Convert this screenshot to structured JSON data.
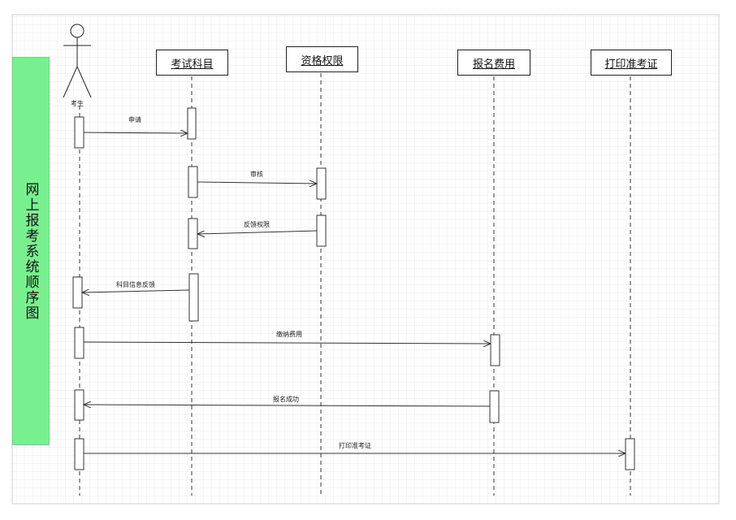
{
  "diagram": {
    "title": "网上报考系统顺序图",
    "actor": {
      "label": "考生"
    },
    "participants": [
      {
        "id": "exam-subject",
        "label": "考试科目"
      },
      {
        "id": "qualification",
        "label": "资格权限"
      },
      {
        "id": "registration-fee",
        "label": "报名费用"
      },
      {
        "id": "print-ticket",
        "label": "打印准考证"
      }
    ],
    "messages": [
      {
        "from": "actor",
        "to": "exam-subject",
        "label": "申请"
      },
      {
        "from": "exam-subject",
        "to": "qualification",
        "label": "审核"
      },
      {
        "from": "qualification",
        "to": "exam-subject",
        "label": "反馈权限"
      },
      {
        "from": "exam-subject",
        "to": "actor",
        "label": "科目信息反馈"
      },
      {
        "from": "actor",
        "to": "registration-fee",
        "label": "缴纳费用"
      },
      {
        "from": "registration-fee",
        "to": "actor",
        "label": "报名成功"
      },
      {
        "from": "actor",
        "to": "print-ticket",
        "label": "打印准考证"
      }
    ]
  },
  "colors": {
    "sidebar_bg": "#79f08f",
    "grid": "#dcdcdc",
    "line": "#333333"
  }
}
